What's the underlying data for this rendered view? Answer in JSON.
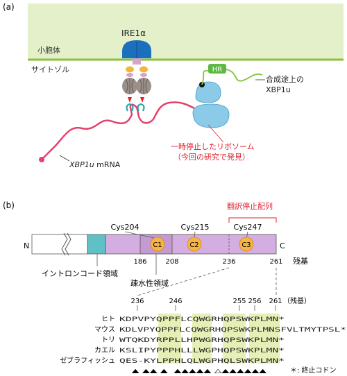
{
  "panel_a": {
    "label": "(a)",
    "er_label": "小胞体",
    "cytosol_label": "サイトゾル",
    "ire1_label": "IRE1α",
    "hr_label": "HR",
    "nascent_label_1": "合成途上の",
    "nascent_label_2": "XBP1u",
    "ribosome_label_1": "一時停止したリボソーム",
    "ribosome_label_2": "（今回の研究で発見）",
    "mrna_label_italic": "XBP1u",
    "mrna_label_rest": " mRNA",
    "colors": {
      "er_membrane": "#e3f0c9",
      "membrane_line": "#8cbf3c",
      "ire1_cap": "#1c6fbd",
      "ire1_orange": "#f2b63e",
      "ire1_pink": "#d3a6c7",
      "ire1_gray": "#9a8f89",
      "mrna": "#e4416d",
      "stem_loop": "#25a7a6",
      "ribosome": "#8ccbe8",
      "hr_box": "#5fb844",
      "highlight_red": "#e0202c"
    }
  },
  "panel_b": {
    "label": "(b)",
    "stall_label": "翻訳停止配列",
    "domains": [
      {
        "name": "Cys204"
      },
      {
        "name": "Cys215"
      },
      {
        "name": "Cys247"
      }
    ],
    "circles": [
      "C1",
      "C2",
      "C3"
    ],
    "n_term": "N",
    "c_term": "C",
    "residue_ticks": [
      "186",
      "208",
      "236",
      "261"
    ],
    "residue_word": "残基",
    "intron_label": "イントロンコード領域",
    "hydrophobic_label": "疎水性領域",
    "align_ticks": [
      "236",
      "246",
      "255",
      "256",
      "261"
    ],
    "align_unit": "（残基）",
    "species": [
      "ヒト",
      "マウス",
      "トリ",
      "カエル",
      "ゼブラフィッシュ"
    ],
    "sequences": [
      "KDPVPYQPPFLCQWGRHQPSWKPLMN*",
      "KDLVPYQPPFLCQWGRHQPSWKPLMNSFVLTMYTPSL*",
      "WTQKDYRPPLLHPWGRHQPSWKPLMN*",
      "KSLIPYPPPHLLLWGPHQPSWKPLMN*",
      "QES-KYLPPHLQLWGPHQLSWKPLMN*"
    ],
    "markers": "    ▲ ▲▲ ▲  ▲▲▲▲▲ △▲▲▲▲▲▲",
    "stop_note": "＊: 終止コドン",
    "colors": {
      "domain_bar": "#d4aee0",
      "intron_box": "#5fc0c6",
      "cys_circle": "#f5b443",
      "highlight": "#e6efb5",
      "stall_red": "#e0202c"
    }
  }
}
